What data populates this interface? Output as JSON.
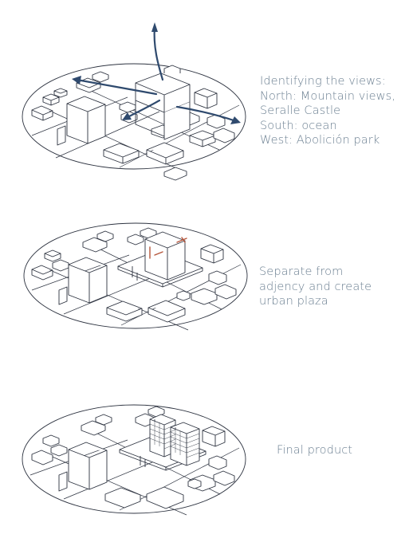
{
  "steps": [
    {
      "id": "step-1",
      "caption_lines": [
        "Identifying the views:",
        "North: Mountain views,",
        "Seralle Castle",
        "South: ocean",
        "West: Abolición park"
      ]
    },
    {
      "id": "step-2",
      "caption_lines": [
        "Separate from",
        "adjency and create",
        "urban plaza"
      ]
    },
    {
      "id": "step-3",
      "caption_lines": [
        "Final product"
      ]
    }
  ],
  "colors": {
    "linework": "#2d3340",
    "caption_text": "#6b7f91",
    "view_arrows": "#2f4a6e",
    "separation_marks": "#b5553a"
  }
}
